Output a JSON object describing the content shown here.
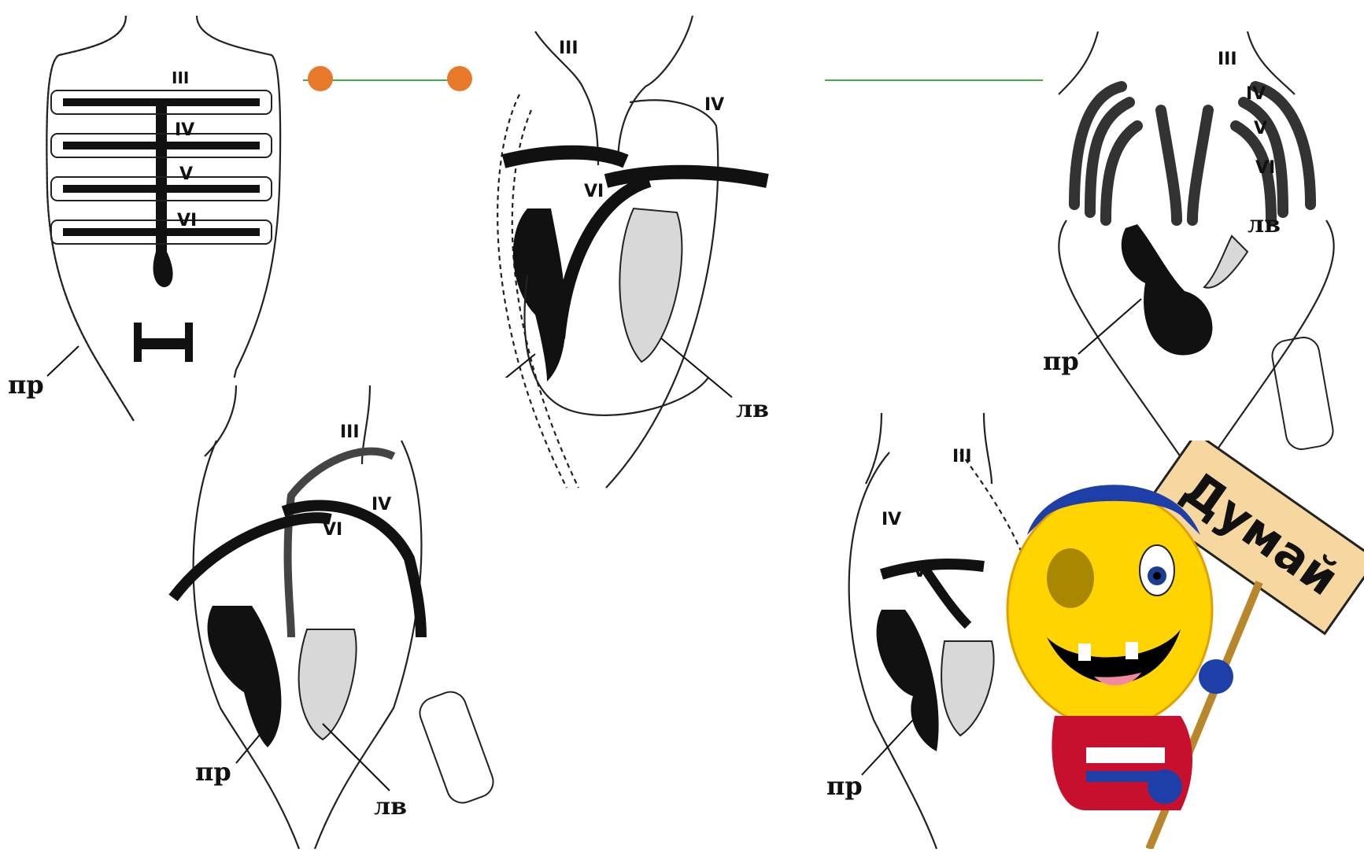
{
  "panels": {
    "fish": {
      "arches": [
        "III",
        "IV",
        "V",
        "VI"
      ],
      "pr": "пр"
    },
    "amphibian": {
      "arches": [
        "III",
        "IV",
        "VI"
      ],
      "lv": "лв"
    },
    "lizard": {
      "arches": [
        "III",
        "IV",
        "V",
        "VI"
      ],
      "lv": "лв",
      "pr": "пр"
    },
    "reptile": {
      "arches": [
        "III",
        "IV",
        "VI"
      ],
      "pr": "пр",
      "lv": "лв"
    },
    "bird": {
      "arches": [
        "III",
        "IV",
        "VI"
      ],
      "pr": "пр"
    }
  },
  "mascot": {
    "sign": "Думай"
  },
  "colors": {
    "connector_dot": "#e8792b",
    "connector_line": "#3cb043",
    "sign": "#f6d7a0"
  }
}
